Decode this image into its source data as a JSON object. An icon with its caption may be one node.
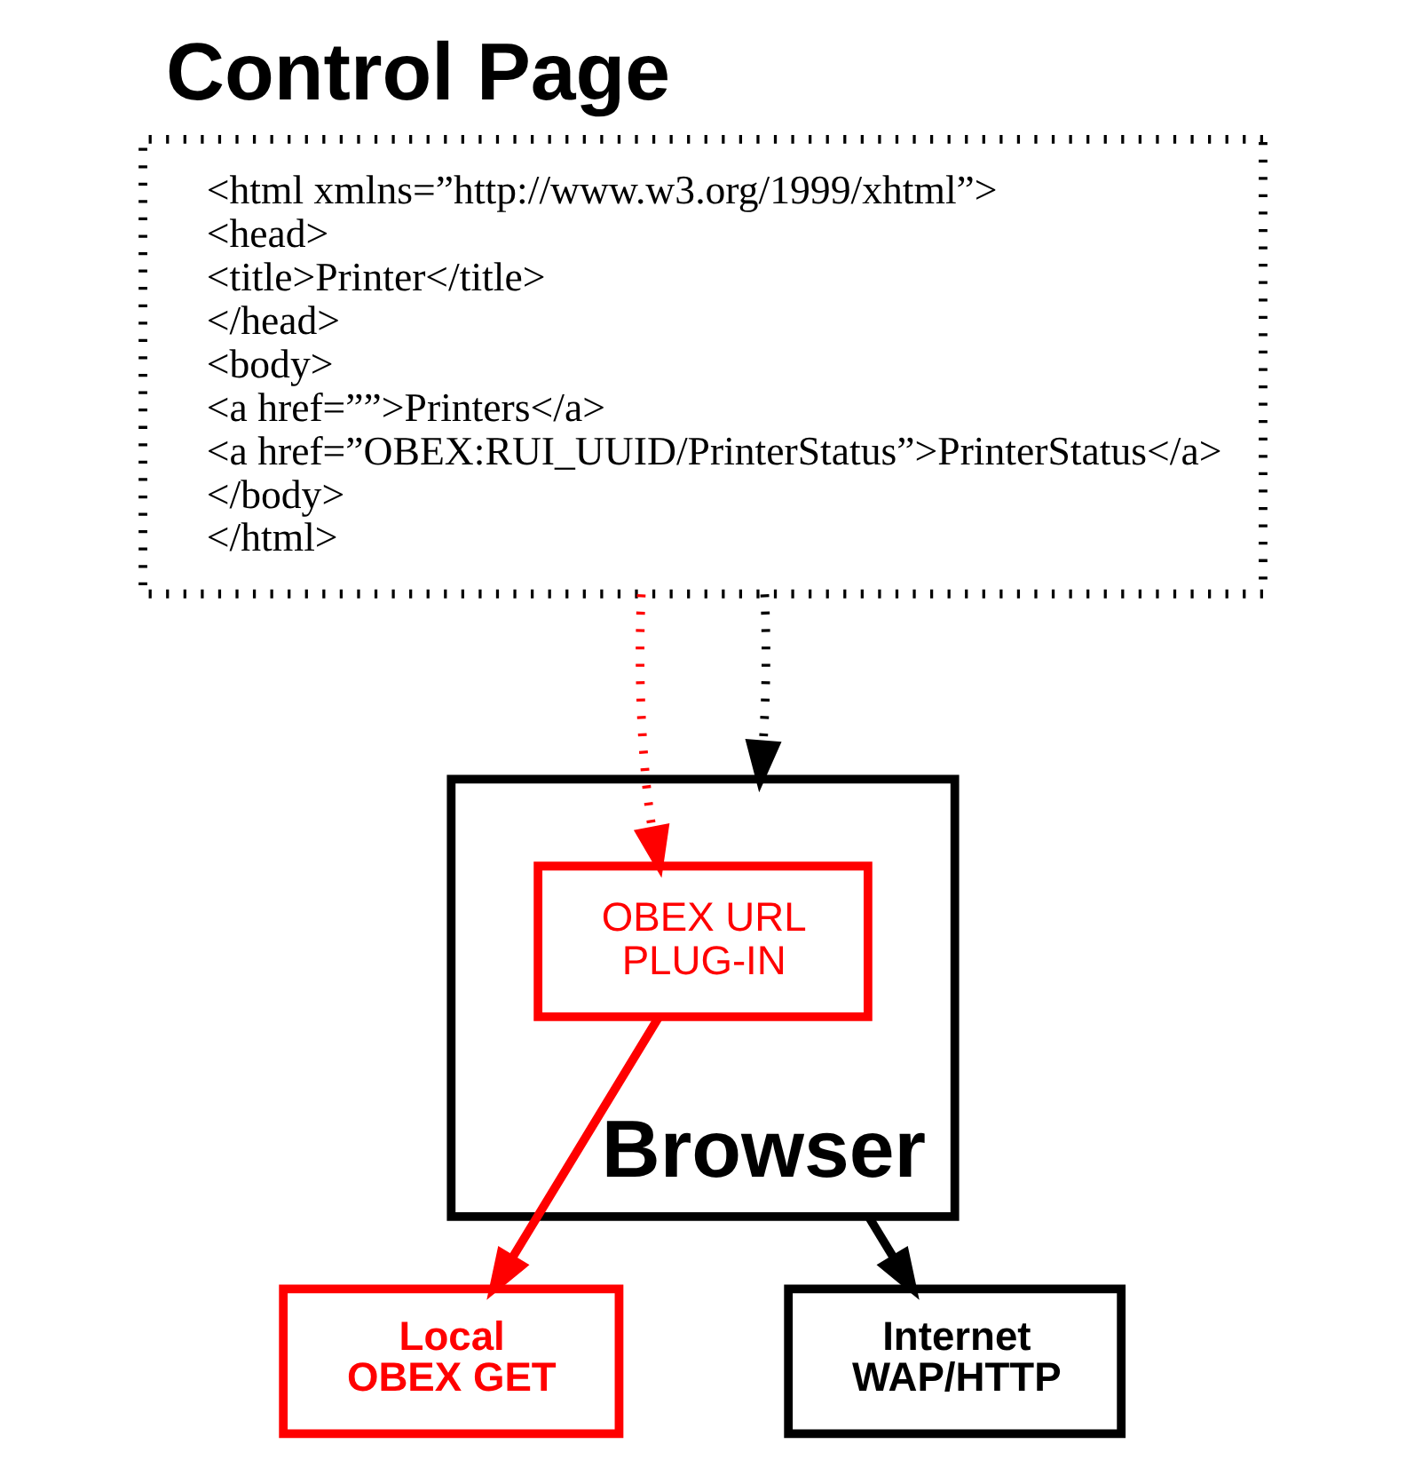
{
  "diagram": {
    "title": "Control Page",
    "nodes": [
      {
        "text": [
          "<html xmlns=”http://www.w3.org/1999/xhtml”>",
          "<head>",
          "<title>Printer</title>",
          "</head>",
          "<body>",
          "<a href=””>Printers</a>",
          "<a href=”OBEX:RUI_UUID/PrinterStatus”>PrinterStatus</a>",
          "</body>",
          "</html>"
        ]
      },
      {
        "text": [
          "Browser"
        ]
      },
      {
        "text": [
          "OBEX URL",
          "PLUG-IN"
        ],
        "in": 1
      },
      {
        "text": [
          "Local",
          "OBEX GET"
        ]
      },
      {
        "text": [
          "Internet",
          "WAP/HTTP"
        ]
      }
    ],
    "edges": [
      {
        "from": 0,
        "to": 2,
        "arrow": "to",
        "style": "dashed",
        "color": "#ff0000"
      },
      {
        "from": 0,
        "to": 1,
        "arrow": "to",
        "style": "dashed",
        "color": "#000000"
      },
      {
        "from": 2,
        "to": 3,
        "arrow": "to",
        "color": "#ff0000"
      },
      {
        "from": 1,
        "to": 4,
        "arrow": "to",
        "color": "#000000"
      }
    ]
  }
}
